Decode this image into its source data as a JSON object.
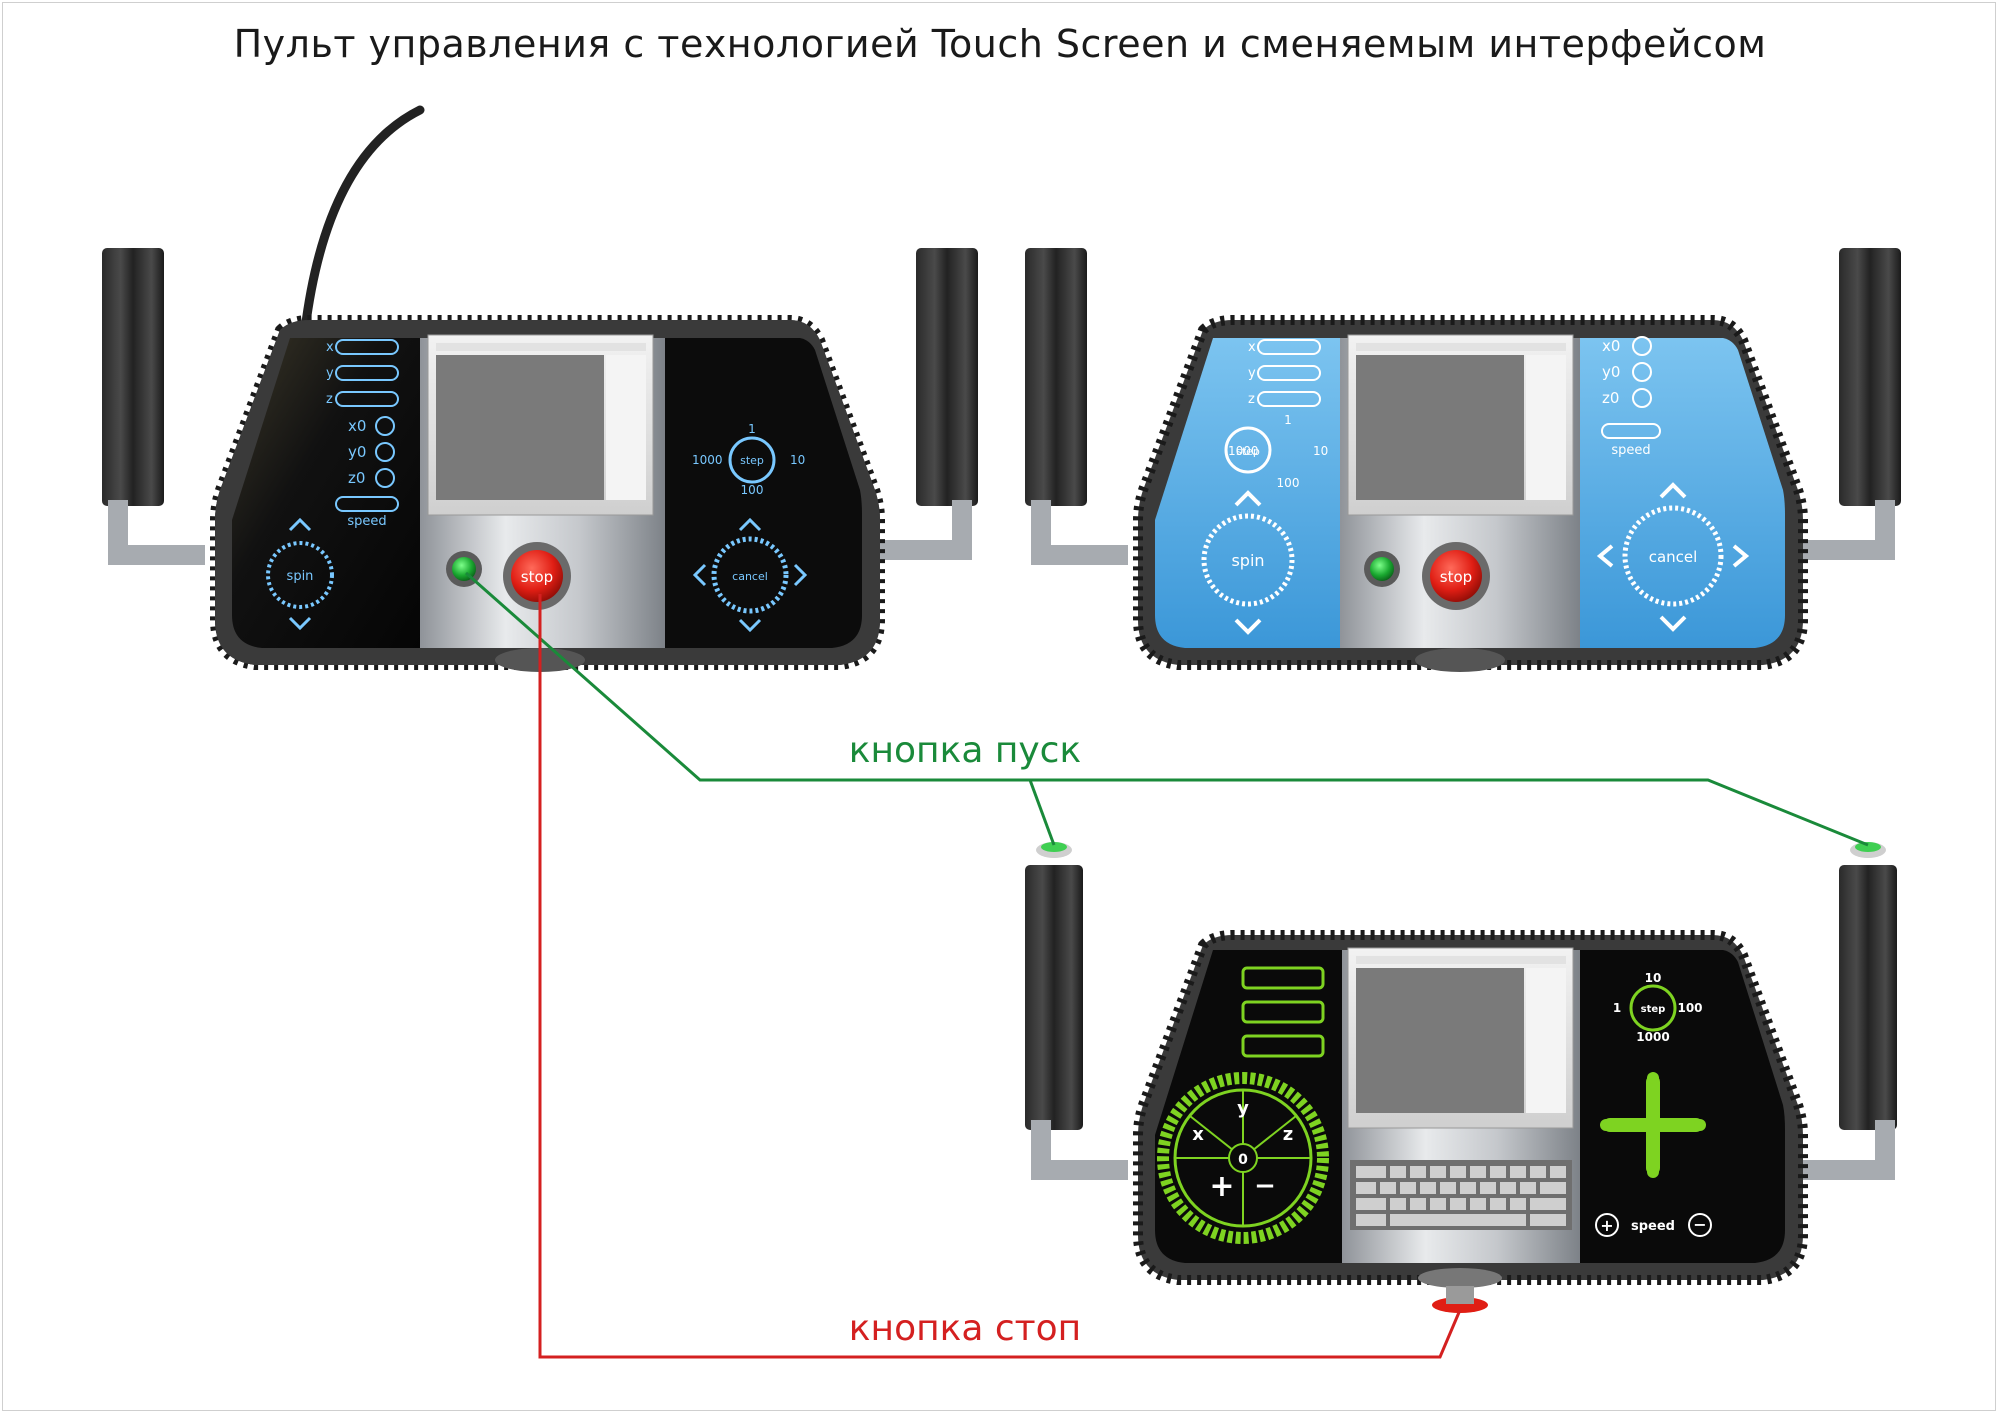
{
  "title": "Пульт управления с технологией Touch Screen и сменяемым интерфейсом",
  "callouts": {
    "start": "кнопка пуск",
    "stop": "кнопка стоп"
  },
  "colors": {
    "start_line": "#1a8a3a",
    "stop_line": "#d42020",
    "blue_panel": "#5fb0e6",
    "green_accent": "#7ed321",
    "glow_blue": "#79c8ff"
  },
  "panel1": {
    "axes": [
      "x",
      "y",
      "z"
    ],
    "zero": [
      "x0",
      "y0",
      "z0"
    ],
    "speed": "speed",
    "spin": "spin",
    "step": "step",
    "step_values": [
      "1",
      "10",
      "100",
      "1000"
    ],
    "cancel": "cancel",
    "stop": "stop"
  },
  "panel2": {
    "axes": [
      "x",
      "y",
      "z"
    ],
    "zero": [
      "x0",
      "y0",
      "z0"
    ],
    "speed": "speed",
    "spin": "spin",
    "step": "step",
    "step_values": [
      "1",
      "10",
      "100",
      "1000"
    ],
    "cancel": "cancel",
    "stop": "stop"
  },
  "panel3": {
    "step": "step",
    "step_values": [
      "10",
      "1",
      "100",
      "1000"
    ],
    "dial": [
      "y",
      "x",
      "z",
      "0",
      "+",
      "−"
    ],
    "speed": "speed"
  }
}
